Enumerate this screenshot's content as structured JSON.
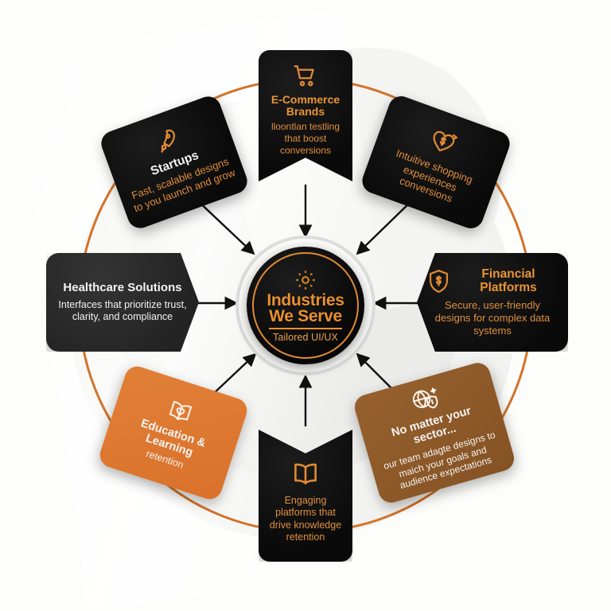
{
  "hub": {
    "icon": "gear-icon",
    "title_line1": "Industries",
    "title_line2": "We Serve",
    "subtitle": "Tailored UI/UX"
  },
  "colors": {
    "accent_orange": "#e08a34",
    "ring_orange": "#d2732a",
    "card_black": "#0a0a0a",
    "card_dark_gray": "#2b2b2b",
    "card_orange": "#dd7a2e",
    "card_brown": "#8b5a2b",
    "background": "#fdfdfc",
    "arrow_black": "#111111"
  },
  "cards": [
    {
      "id": "ecommerce",
      "icon": "shopping-cart-icon",
      "title": "E-Commerce Brands",
      "body": "lloontlan testling that boost conversions"
    },
    {
      "id": "startups",
      "icon": "rocket-icon",
      "title": "Startups",
      "body": "Fast, scalable designs to you launch and grow"
    },
    {
      "id": "shopping",
      "icon": "heart-dollar-icon",
      "title": "",
      "body": "Intuitive shopping experiences conversions"
    },
    {
      "id": "healthcare",
      "icon": "",
      "title": "Healthcare Solutions",
      "body": "Interfaces that prioritize trust, clarity, and compliance"
    },
    {
      "id": "financial",
      "icon": "shield-dollar-icon",
      "title": "Financial Platforms",
      "body": "Secure, user-friendly designs for complex data systems"
    },
    {
      "id": "education",
      "icon": "book-heart-icon",
      "title": "Education & Learning",
      "body": "retention"
    },
    {
      "id": "engaging",
      "icon": "open-book-icon",
      "title": "",
      "body": "Engaging platforms that drive knowledge retention"
    },
    {
      "id": "sector",
      "icon": "globe-shield-icon",
      "title": "No matter your sector...",
      "body": "our team adagte designs to maich your goals and audience expectations"
    }
  ]
}
